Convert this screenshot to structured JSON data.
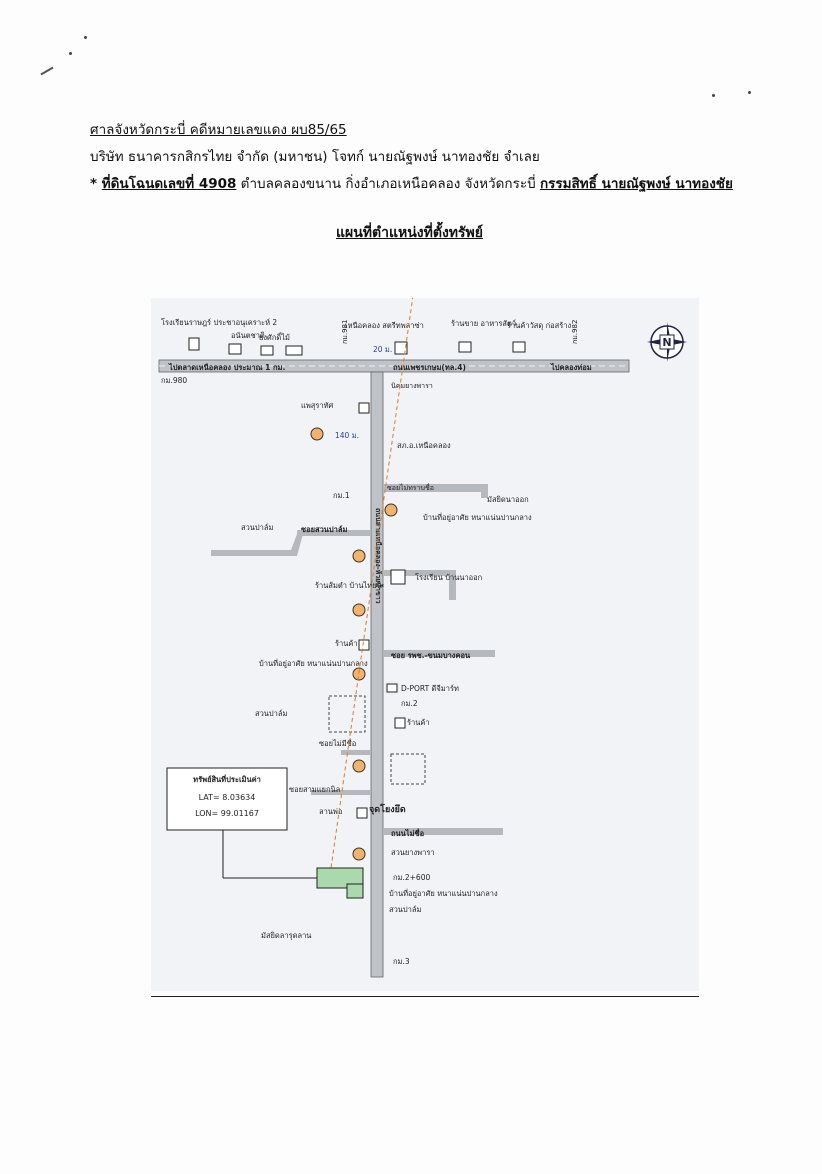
{
  "header": {
    "line1": "ศาลจังหวัดกระบี่ คดีหมายเลขแดง ผบ85/65",
    "line2": "บริษัท ธนาคารกสิกรไทย จำกัด (มหาชน) โจทก์ นายณัฐพงษ์ นาทองชัย จำเลย",
    "line3_prefix": "* ",
    "line3_parcel": "ที่ดินโฉนดเลขที่ 4908",
    "line3_mid": " ตำบลคลองขนาน กิ่งอำเภอเหนือคลอง จังหวัดกระบี่ ",
    "line3_owner": "กรรมสิทธิ์ นายณัฐพงษ์ นาทองชัย"
  },
  "map": {
    "title": "แผนที่ตำแหน่งที่ตั้งทรัพย์",
    "compass": "N",
    "main_road": "ถนนเพชรเกษม(ทล.4)",
    "to_left": "ไปตลาดเหนือคลอง ประมาณ 1 กม.",
    "to_right": "ไปคลองท่อม",
    "side_road": "ถนนสายเหนือคลอง-ห้วยน้ำขาว",
    "labels": {
      "school1": "โรงเรียนราษฎร์ ประชาอนุเคราะห์ 2",
      "shop1": "อนันตชาติ",
      "shop2": "ยงศักดิ์ไม้",
      "km981": "กม.981",
      "market": "เหนือคลอง สตรีทพลาซ่า",
      "shop3": "ร้านขาย อาหารสัตว์",
      "shop4": "ร้านค้าวัสดุ ก่อสร้าง",
      "km982": "กม.982",
      "km980": "กม.980",
      "dist20": "20 ม.",
      "pharmacy": "แพสุราทัศ",
      "dist140": "140 ม.",
      "police": "สภ.อ.เหนือคลอง",
      "rubber": "นิคมยางพารา",
      "km1": "กม.1",
      "soi1": "ซอยไม่ทราบชื่อ",
      "mosque1": "มัสยิดนาออก",
      "houses1": "บ้านที่อยู่อาศัย หนาแน่นปานกลาง",
      "garden1": "สวนปาล์ม",
      "soi2": "ซอยสวนปาล์ม",
      "school2": "โรงเรียน บ้านนาออก",
      "shop5": "ร้านส้มตำ บ้านไทยนิ",
      "shop6": "ร้านค้า",
      "soi3": "ซอย รพช.-ขนมบางคอน",
      "houses2": "บ้านที่อยู่อาศัย หนาแน่นปานกลาง",
      "dport": "D-PORT ดีจีมาร์ท",
      "garden2": "สวนปาล์ม",
      "km2": "กม.2",
      "shop7": "ร้านค้า",
      "soi4": "ซอยไม่มีชื่อ",
      "target_box_title": "ทรัพย์สินที่ประเมินค่า",
      "lat": "LAT= 8.03634",
      "lon": "LON= 99.01167",
      "soi5": "ซอยสามแยกนิล",
      "shop8": "ลานพ่อ",
      "start_point": "จุดโยงยึด",
      "soi6": "ถนนไม่ชื่อ",
      "rubber2": "สวนยางพารา",
      "km2_600": "กม.2+600",
      "houses3": "บ้านที่อยู่อาศัย หนาแน่นปานกลาง",
      "garden3": "สวนปาล์ม",
      "mosque2": "มัสยิดลารุดลาน",
      "km3": "กม.3"
    }
  }
}
